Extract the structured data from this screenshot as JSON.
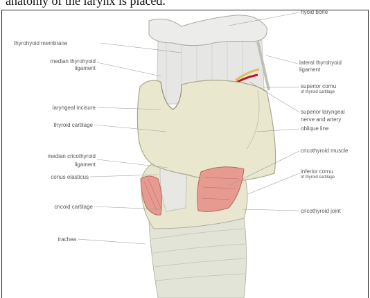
{
  "caption": "anatomy of the larynx is placed.",
  "labels": {
    "hyoid_bone": "hyoid bone",
    "thyrohyoid_membrane": "thyrohyoid membrane",
    "median_thyrohyoid_ligament_1": "median thyrohyoid",
    "median_thyrohyoid_ligament_2": "ligament",
    "laryngeal_incisure": "laryngeal incisure",
    "thyroid_cartilage": "thyroid cartilage",
    "median_cricothyroid_ligament_1": "median cricothyroid",
    "median_cricothyroid_ligament_2": "ligament",
    "conus_elasticus": "conus elasticus",
    "cricoid_cartilage": "cricoid cartilage",
    "trachea": "trachea",
    "lateral_thyrohyoid_ligament_1": "lateral thyrohyoid",
    "lateral_thyrohyoid_ligament_2": "ligament",
    "superior_cornu_1": "superior cornu",
    "superior_cornu_2": "of thyroid cartilage",
    "superior_laryngeal_1": "superior laryngeal",
    "superior_laryngeal_2": "nerve and artery",
    "oblique_line": "oblique line",
    "cricothyroid_muscle": "cricothyroid muscle",
    "inferior_cornu_1": "inferior cornu",
    "inferior_cornu_2": "of thyroid cartilage",
    "cricothyroid_joint": "cricothyroid joint"
  }
}
